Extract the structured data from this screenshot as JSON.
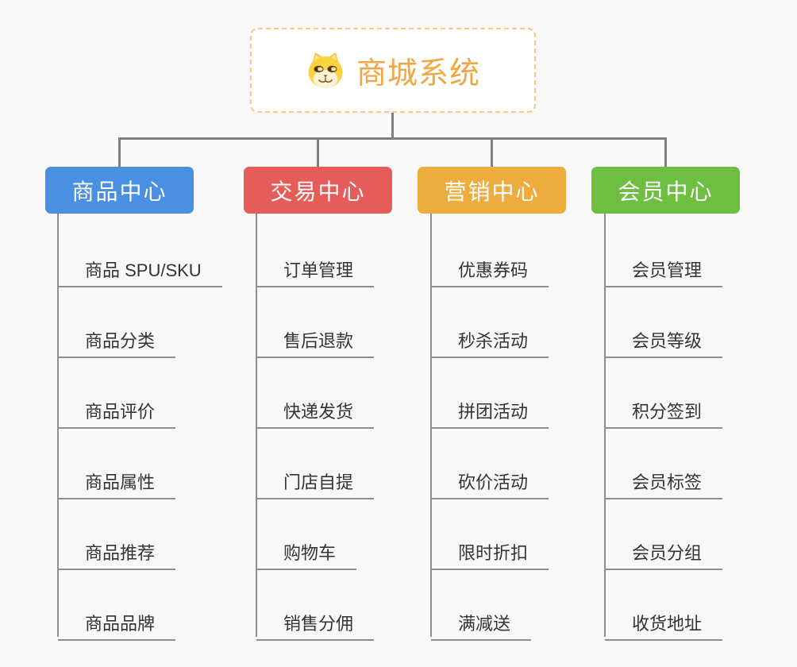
{
  "root": {
    "title": "商城系统",
    "icon": "doge-icon"
  },
  "branches": [
    {
      "label": "商品中心",
      "color": "#4A90E2",
      "children": [
        "商品 SPU/SKU",
        "商品分类",
        "商品评价",
        "商品属性",
        "商品推荐",
        "商品品牌"
      ]
    },
    {
      "label": "交易中心",
      "color": "#E65C59",
      "children": [
        "订单管理",
        "售后退款",
        "快递发货",
        "门店自提",
        "购物车",
        "销售分佣"
      ]
    },
    {
      "label": "营销中心",
      "color": "#EEAC3E",
      "children": [
        "优惠券码",
        "秒杀活动",
        "拼团活动",
        "砍价活动",
        "限时折扣",
        "满减送"
      ]
    },
    {
      "label": "会员中心",
      "color": "#6EBE41",
      "children": [
        "会员管理",
        "会员等级",
        "积分签到",
        "会员标签",
        "会员分组",
        "收货地址"
      ]
    }
  ],
  "colors": {
    "canvas_bg": "#F8F8F8",
    "root_text": "#F0A642",
    "root_border": "#F5C981",
    "connector": "#7F7F7F",
    "branch_line": "#8E8E8E",
    "item_text": "#333333",
    "header_text": "#FFFFFF"
  }
}
